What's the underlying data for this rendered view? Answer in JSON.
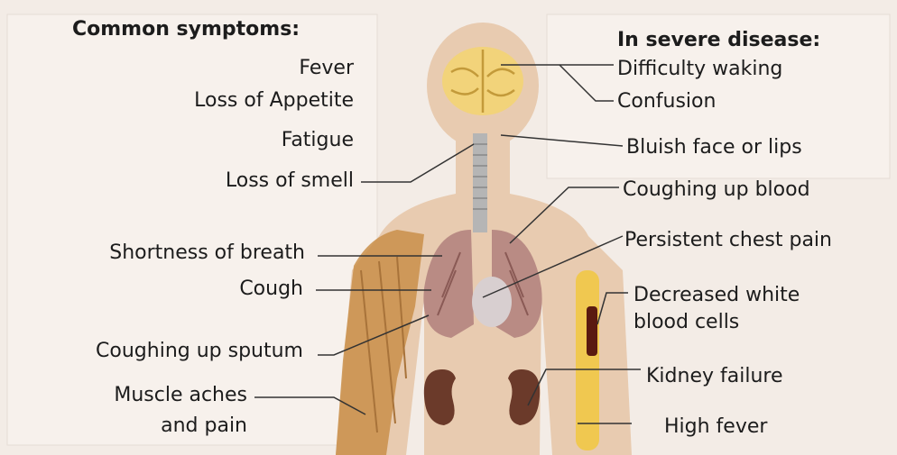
{
  "left_header": "Common symptoms:",
  "right_header": "In severe disease:",
  "common_symptoms": [
    "Fever",
    "Loss of Appetite",
    "Fatigue",
    "Loss of smell",
    "Shortness of breath",
    "Cough",
    "Coughing up sputum",
    "Muscle aches",
    "and pain"
  ],
  "severe_symptoms": [
    "Difficulty waking",
    "Confusion",
    "Bluish face or lips",
    "Coughing up blood",
    "Persistent chest pain",
    "Decreased white",
    "blood cells",
    "Kidney failure",
    "High fever"
  ],
  "colors": {
    "background": "#f3ece6",
    "skin": "#e8cbb0",
    "brain": "#f2d37a",
    "lungs": "#b98b84",
    "kidney": "#6b3a2a",
    "muscle": "#c98f4a",
    "bone_marrow": "#f0c850",
    "leader_line": "#333333"
  }
}
